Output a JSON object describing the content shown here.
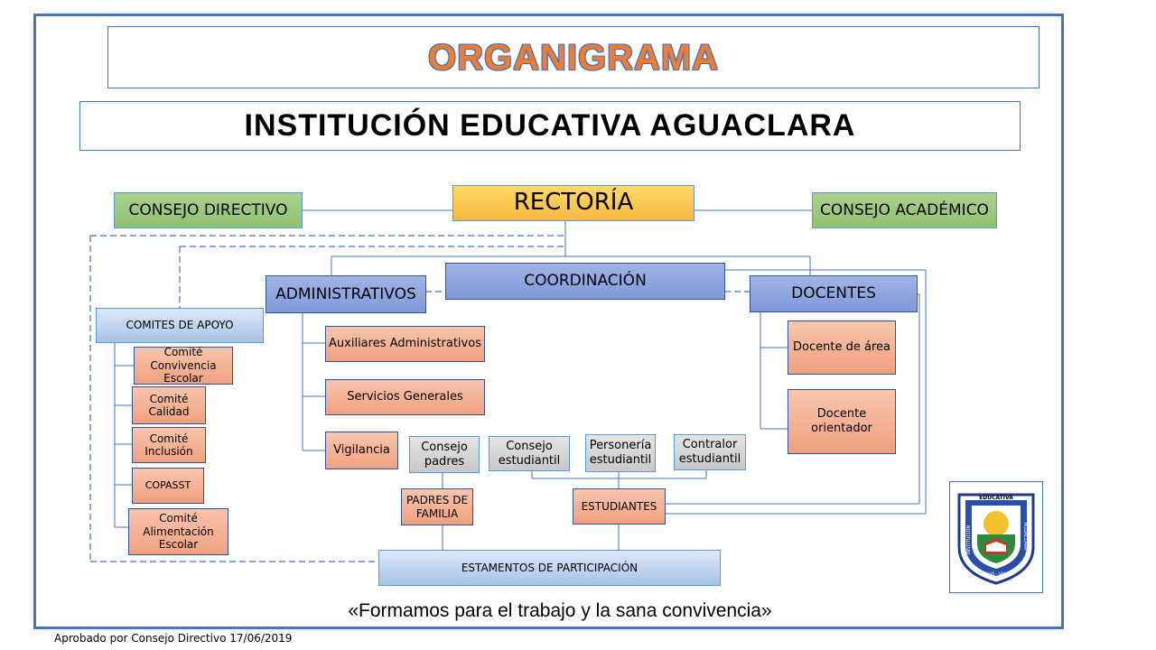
{
  "header": {
    "title": "ORGANIGRAMA",
    "subtitle": "INSTITUCIÓN EDUCATIVA AGUACLARA"
  },
  "nodes": {
    "rectoria": "RECTORÍA",
    "consejo_directivo": "CONSEJO DIRECTIVO",
    "consejo_academico": "CONSEJO ACADÉMICO",
    "coordinacion": "COORDINACIÓN",
    "administrativos": "ADMINISTRATIVOS",
    "docentes": "DOCENTES",
    "comites_apoyo": "COMITES DE APOYO",
    "comite_convivencia": "Comité Convivencia Escolar",
    "comite_calidad": "Comité Calidad",
    "comite_inclusion": "Comité Inclusión",
    "copasst": "COPASST",
    "comite_alimentacion": "Comité Alimentación Escolar",
    "auxiliares": "Auxiliares Administrativos",
    "servicios": "Servicios Generales",
    "vigilancia": "Vigilancia",
    "docente_area": "Docente de área",
    "docente_orientador": "Docente orientador",
    "consejo_padres": "Consejo padres",
    "consejo_estudiantil": "Consejo estudiantil",
    "personeria": "Personería estudiantil",
    "contralor": "Contralor estudiantil",
    "padres_familia": "PADRES DE FAMILIA",
    "estudiantes": "ESTUDIANTES",
    "estamentos": "ESTAMENTOS DE PARTICIPACIÓN"
  },
  "logo": {
    "text_top": "EDUCATIVA",
    "text_left": "INSTITUCIÓN",
    "text_right": "AGUACLARA",
    "text_bottom": "TULUÁ - VALLE"
  },
  "motto": "«Formamos para el trabajo y la sana convivencia»",
  "footer": "Aprobado  por Consejo Directivo 17/06/2019",
  "colors": {
    "frame": "#4472c4",
    "title": "#ed7d31",
    "green": "#a9d18e",
    "yellow": "#ffd966",
    "blue": "#8fa6df",
    "light_blue": "#bdd3ee",
    "salmon": "#f4b093",
    "gray": "#d0d0d0"
  }
}
